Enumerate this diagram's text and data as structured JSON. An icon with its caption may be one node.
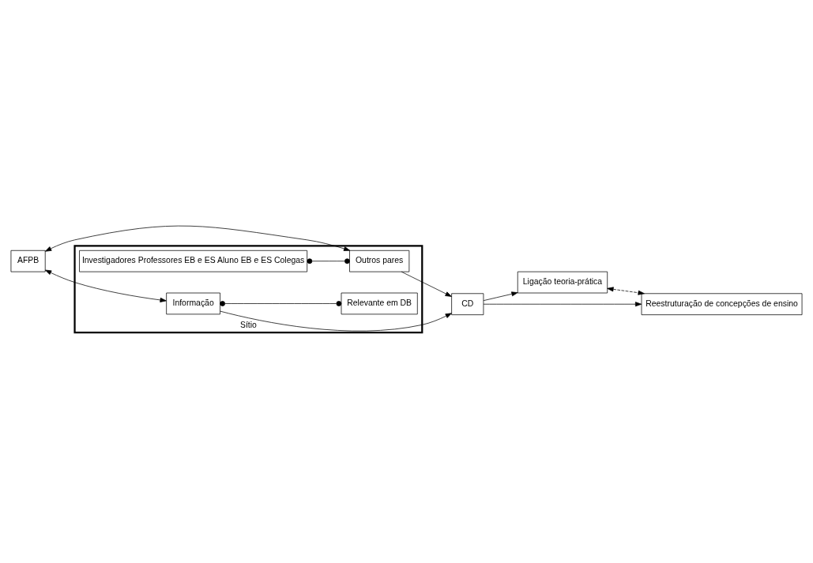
{
  "diagram": {
    "nodes": [
      {
        "text": [
          "Sítio"
        ]
      },
      {
        "text": [
          "Investigadores Professores EB e ES Aluno EB e ES Colegas"
        ],
        "in": 0
      },
      {
        "text": [
          "Outros pares"
        ],
        "in": 0
      },
      {
        "text": [
          "Informação"
        ],
        "in": 0
      },
      {
        "text": [
          "Relevante em DB"
        ],
        "in": 0
      },
      {
        "text": [
          "AFPB"
        ]
      },
      {
        "text": [
          "CD"
        ]
      },
      {
        "text": [
          "Ligação teoria-prática"
        ]
      },
      {
        "text": [
          "Reestruturação de concepções de ensino"
        ]
      }
    ],
    "edges": [
      {
        "from": 1,
        "to": 2,
        "arrow": "other"
      },
      {
        "from": 5,
        "to": 2,
        "arrow": "both"
      },
      {
        "from": 5,
        "to": 3,
        "arrow": "both"
      },
      {
        "from": 2,
        "to": 6,
        "arrow": "to"
      },
      {
        "from": 3,
        "to": 6,
        "arrow": "to"
      },
      {
        "from": 3,
        "to": 4,
        "arrow": "other"
      },
      {
        "from": 6,
        "to": 7,
        "arrow": "to"
      },
      {
        "from": 6,
        "to": 8,
        "arrow": "to"
      },
      {
        "from": 7,
        "to": 8,
        "arrow": "both",
        "style": "dashed"
      }
    ]
  }
}
